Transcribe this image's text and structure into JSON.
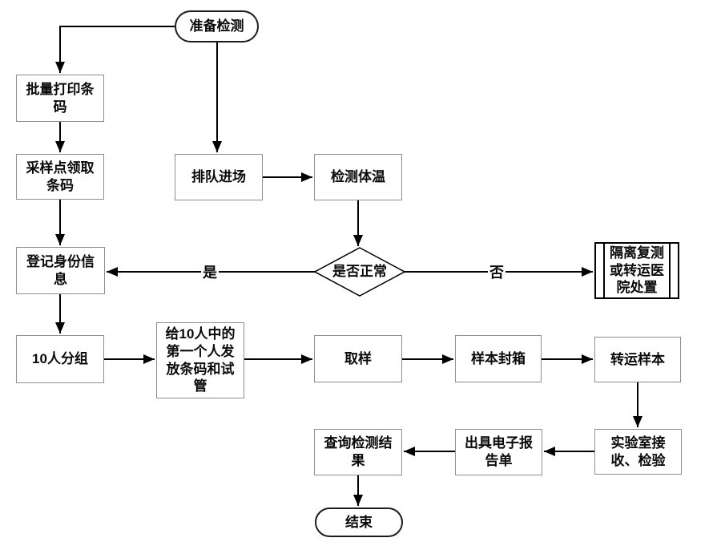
{
  "flowchart": {
    "nodes": {
      "start": {
        "label": "准备检测",
        "type": "terminator"
      },
      "print": {
        "label": "批量打印条\n码",
        "type": "process"
      },
      "collect": {
        "label": "采样点领取\n条码",
        "type": "process"
      },
      "register": {
        "label": "登记身份信\n息",
        "type": "process"
      },
      "group": {
        "label": "10人分组",
        "type": "process"
      },
      "queue": {
        "label": "排队进场",
        "type": "process"
      },
      "temp": {
        "label": "检测体温",
        "type": "process"
      },
      "decision": {
        "label": "是否正常",
        "type": "decision"
      },
      "isolate": {
        "label": "隔离复测\n或转运医\n院处置",
        "type": "predefined-process"
      },
      "issue": {
        "label": "给10人中的\n第一个人发\n放条码和试\n管",
        "type": "process"
      },
      "sample": {
        "label": "取样",
        "type": "process"
      },
      "seal": {
        "label": "样本封箱",
        "type": "process"
      },
      "transport": {
        "label": "转运样本",
        "type": "process"
      },
      "lab": {
        "label": "实验室接\n收、检验",
        "type": "process"
      },
      "report": {
        "label": "出具电子报\n告单",
        "type": "process"
      },
      "query": {
        "label": "查询检测结\n果",
        "type": "process"
      },
      "end": {
        "label": "结束",
        "type": "terminator"
      }
    },
    "edge_labels": {
      "yes": "是",
      "no": "否"
    },
    "edges": [
      {
        "from": "准备检测",
        "to": "批量打印条码"
      },
      {
        "from": "准备检测",
        "to": "排队进场"
      },
      {
        "from": "批量打印条码",
        "to": "采样点领取条码"
      },
      {
        "from": "采样点领取条码",
        "to": "登记身份信息"
      },
      {
        "from": "登记身份信息",
        "to": "10人分组"
      },
      {
        "from": "排队进场",
        "to": "检测体温"
      },
      {
        "from": "检测体温",
        "to": "是否正常"
      },
      {
        "from": "是否正常",
        "to": "登记身份信息",
        "label": "是"
      },
      {
        "from": "是否正常",
        "to": "隔离复测或转运医院处置",
        "label": "否"
      },
      {
        "from": "10人分组",
        "to": "给10人中的第一个人发放条码和试管"
      },
      {
        "from": "给10人中的第一个人发放条码和试管",
        "to": "取样"
      },
      {
        "from": "取样",
        "to": "样本封箱"
      },
      {
        "from": "样本封箱",
        "to": "转运样本"
      },
      {
        "from": "转运样本",
        "to": "实验室接收、检验"
      },
      {
        "from": "实验室接收、检验",
        "to": "出具电子报告单"
      },
      {
        "from": "出具电子报告单",
        "to": "查询检测结果"
      },
      {
        "from": "查询检测结果",
        "to": "结束"
      }
    ],
    "colors": {
      "background": "#ffffff",
      "line": "#000000",
      "process_border": "#8e8e8e",
      "shape_border": "#000000",
      "text": "#0a0a0a"
    }
  }
}
